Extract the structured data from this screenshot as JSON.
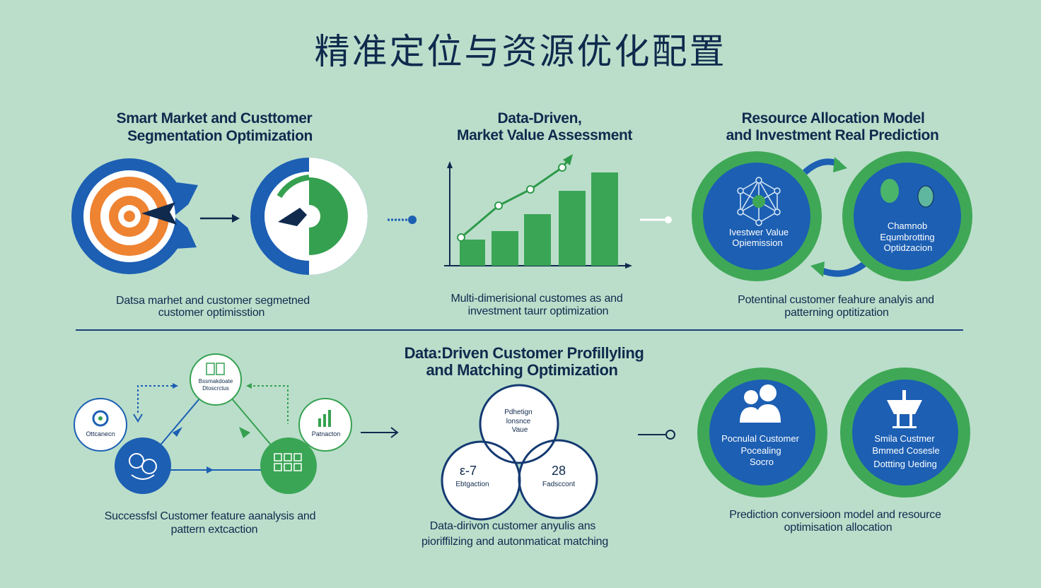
{
  "title": "精准定位与资源优化配置",
  "colors": {
    "background": "#bbdecb",
    "navy": "#0f2a4d",
    "blue": "#1c5fb3",
    "green": "#35a150",
    "orange": "#ee8332",
    "white": "#ffffff"
  },
  "icons": [
    "target-icon",
    "bullseye-icon",
    "bar-chart-icon",
    "network-icon",
    "people-icon",
    "fountain-icon",
    "document-icon",
    "grid-icon"
  ],
  "top": {
    "segmentation": {
      "heading": [
        "Smart Market and Custtomer",
        "Segmentation Optimization"
      ],
      "caption": [
        "Datsa marhet and customer segmetned",
        "customer optimisstion"
      ]
    },
    "market_value": {
      "heading": [
        "Data-Driven,",
        "Market Value Assessment"
      ],
      "caption": [
        "Multi-dimerisional customes as and",
        "investment taurr optimization"
      ]
    },
    "resource_allocation": {
      "heading": [
        "Resource Allocation  Model",
        "and Investment Real Prediction"
      ],
      "circle_left": [
        "Ivestwer Value",
        "Opiemission"
      ],
      "circle_right": [
        "Chamnob",
        "Equmbrotting",
        "Optidzacion"
      ],
      "caption": [
        "Potentinal customer feahure analyis and",
        "patterning optitization"
      ]
    }
  },
  "bottom": {
    "heading": [
      "Data:Driven Customer Profillyling",
      "and Matching Optimization"
    ],
    "cycle": {
      "top_node": [
        "Bssmakdoate",
        "Dtoscrctus"
      ],
      "left_node": "Ottcanecn",
      "right_node": "Patnacton",
      "caption": [
        "Successfsl Customer feature aanalysis and",
        "pattern extcaction"
      ]
    },
    "venn": {
      "top": [
        "Pdhetign",
        "lonsnce",
        "Vaue"
      ],
      "left": {
        "value": "ε-7",
        "label": "Ebtgaction"
      },
      "right": {
        "value": "28",
        "label": "Fadsccont"
      },
      "caption": [
        "Data-dirivon customer anyulis ans",
        "pioriffilzing and autonmaticat matching"
      ]
    },
    "prediction": {
      "circle_left": [
        "Pocnulal Customer",
        "Pocealing",
        "Socro"
      ],
      "circle_right": [
        "Smila Custmer",
        "Bmmed Cosesle",
        "Dottting Ueding"
      ],
      "caption": [
        "Prediction conversioon model and resource",
        "optimisation allocation"
      ]
    }
  }
}
